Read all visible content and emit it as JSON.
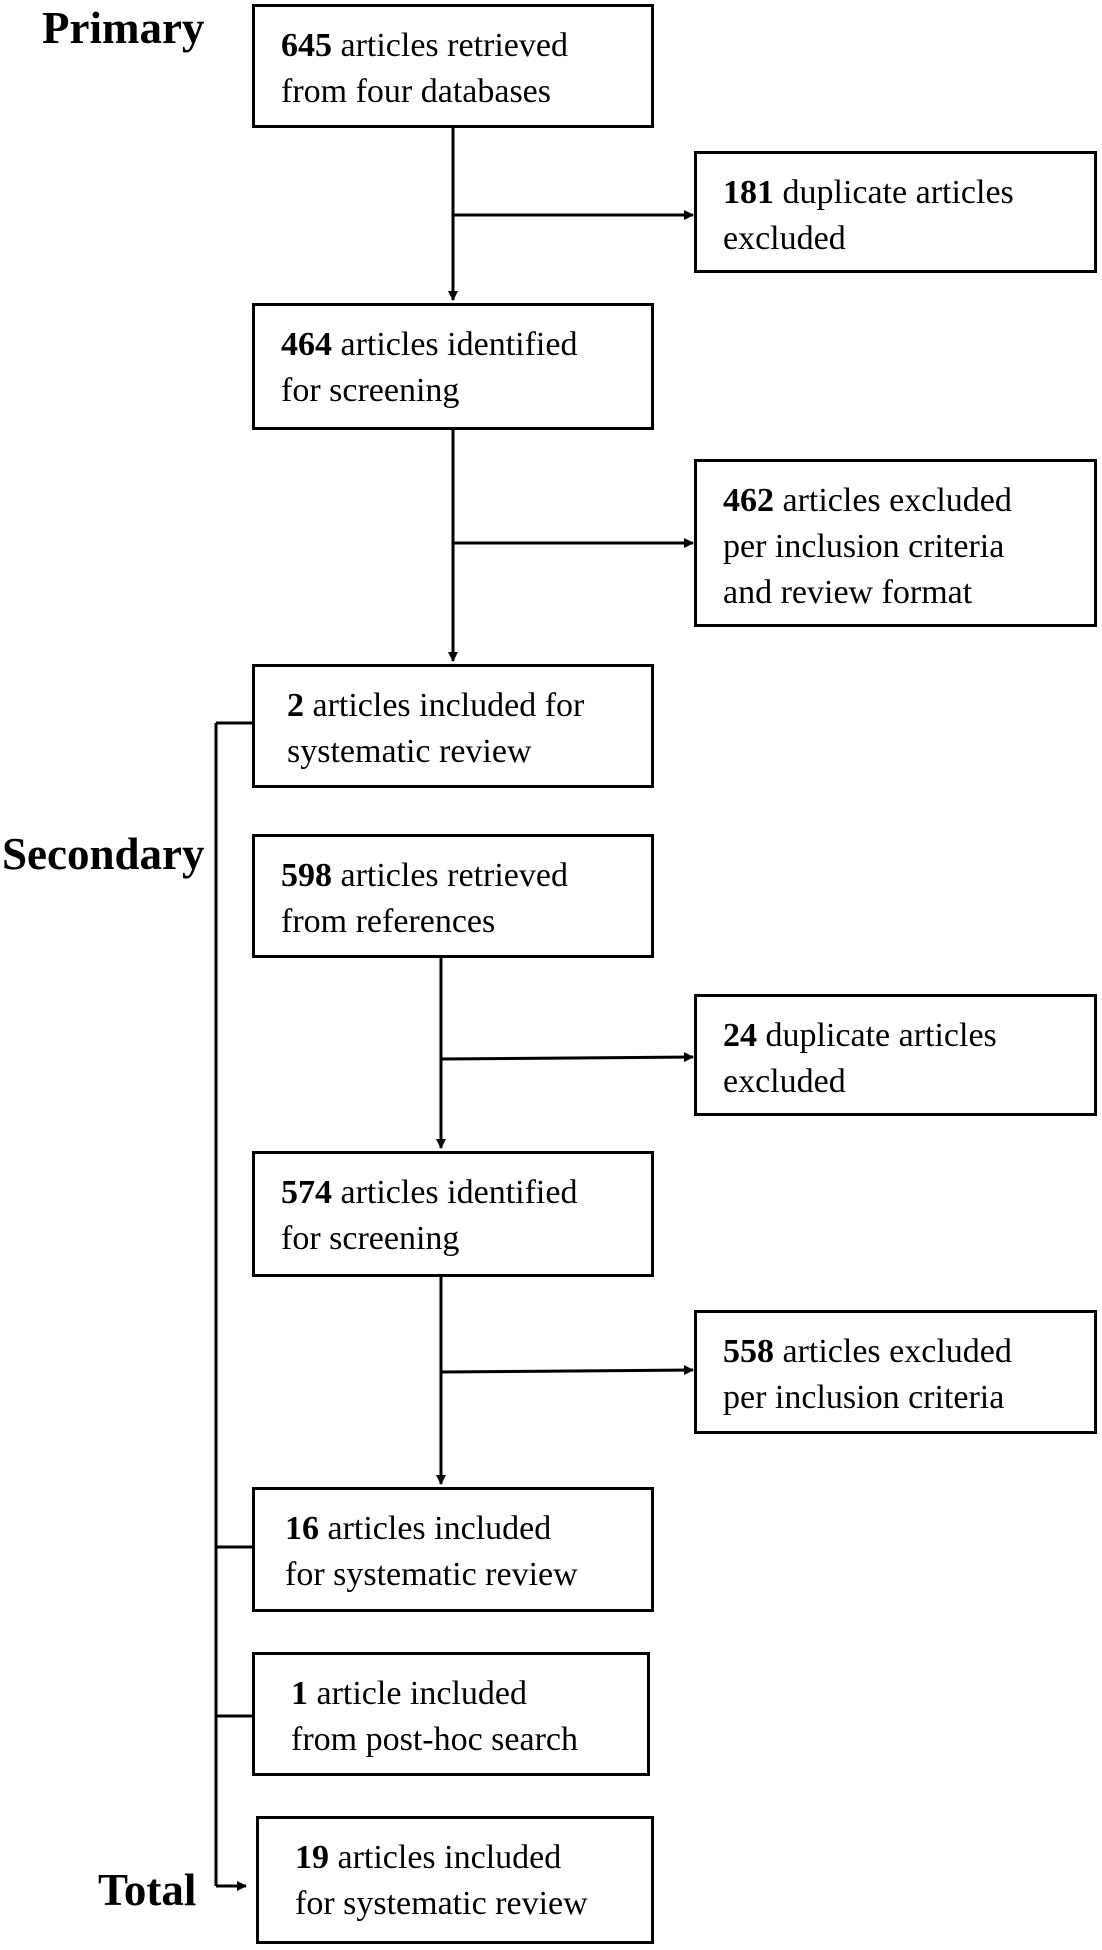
{
  "labels": {
    "primary": "Primary",
    "secondary": "Secondary",
    "total": "Total"
  },
  "boxes": {
    "retrieved_databases": {
      "num": "645",
      "line1": " articles retrieved",
      "line2": "from four databases"
    },
    "duplicates_primary": {
      "num": "181",
      "line1": " duplicate articles",
      "line2": "excluded"
    },
    "identified_primary": {
      "num": "464",
      "line1": " articles identified",
      "line2": "for screening"
    },
    "excluded_primary": {
      "num": "462",
      "line1": " articles excluded",
      "line2": "per inclusion criteria",
      "line3": "and review format"
    },
    "included_primary": {
      "num": "2",
      "line1": " articles included for",
      "line2": "systematic review"
    },
    "retrieved_references": {
      "num": "598",
      "line1": " articles retrieved",
      "line2": "from references"
    },
    "duplicates_secondary": {
      "num": "24",
      "line1": " duplicate articles",
      "line2": "excluded"
    },
    "identified_secondary": {
      "num": "574",
      "line1": " articles identified",
      "line2": "for screening"
    },
    "excluded_secondary": {
      "num": "558",
      "line1": " articles excluded",
      "line2": "per inclusion criteria"
    },
    "included_secondary": {
      "num": "16",
      "line1": " articles included",
      "line2": "for systematic review"
    },
    "posthoc": {
      "num": "1",
      "line1": " article included",
      "line2": "from post-hoc search"
    },
    "total": {
      "num": "19",
      "line1": " articles included",
      "line2": "for systematic review"
    }
  }
}
